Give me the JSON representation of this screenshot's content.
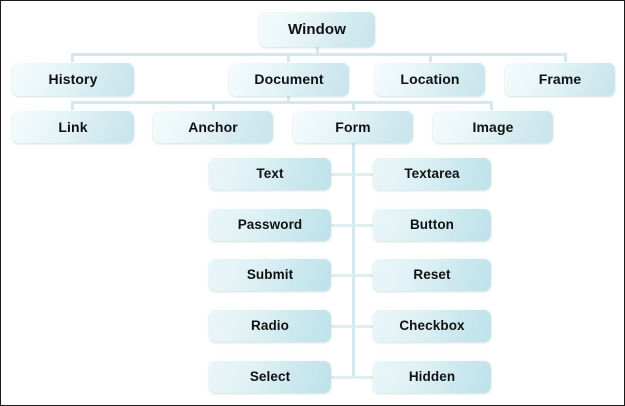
{
  "diagram": {
    "title": "Window",
    "root": {
      "label": "Window"
    },
    "level2": [
      {
        "label": "History"
      },
      {
        "label": "Document"
      },
      {
        "label": "Location"
      },
      {
        "label": "Frame"
      }
    ],
    "level3": [
      {
        "label": "Link"
      },
      {
        "label": "Anchor"
      },
      {
        "label": "Form"
      },
      {
        "label": "Image"
      }
    ],
    "form_children": [
      {
        "left": "Text",
        "right": "Textarea"
      },
      {
        "left": "Password",
        "right": "Button"
      },
      {
        "left": "Submit",
        "right": "Reset"
      },
      {
        "left": "Radio",
        "right": "Checkbox"
      },
      {
        "left": "Select",
        "right": "Hidden"
      }
    ]
  },
  "colors": {
    "node_light": "#f4fbfc",
    "node_dark": "#c7e4eb",
    "connector": "#d4e9ee",
    "text": "#111111",
    "background": "#ffffff",
    "frame_border": "#1a1a1a"
  }
}
